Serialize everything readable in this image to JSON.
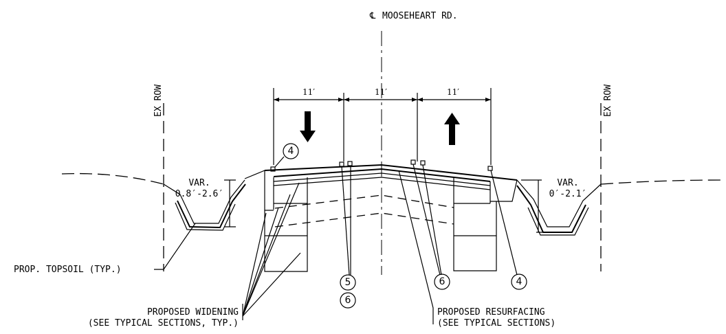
{
  "centerline": {
    "symbol": "℄",
    "label": "MOOSEHEART RD."
  },
  "row": {
    "left": "EX ROW",
    "right": "EX ROW"
  },
  "dimensions": {
    "lane_left": "11′",
    "lane_center": "11′",
    "lane_right": "11′"
  },
  "ditch": {
    "left_title": "VAR.",
    "left_range": "0.8′-2.6′",
    "right_title": "VAR.",
    "right_range": "0′-2.1′"
  },
  "tags": {
    "left_four": "4",
    "center_five": "5",
    "center_six": "6",
    "right_six": "6",
    "right_four": "4"
  },
  "callouts": {
    "topsoil": "PROP. TOPSOIL (TYP.)",
    "widening_line1": "PROPOSED WIDENING",
    "widening_line2": "(SEE TYPICAL SECTIONS, TYP.)",
    "resurfacing_line1": "PROPOSED RESURFACING",
    "resurfacing_line2": "(SEE TYPICAL SECTIONS)"
  }
}
